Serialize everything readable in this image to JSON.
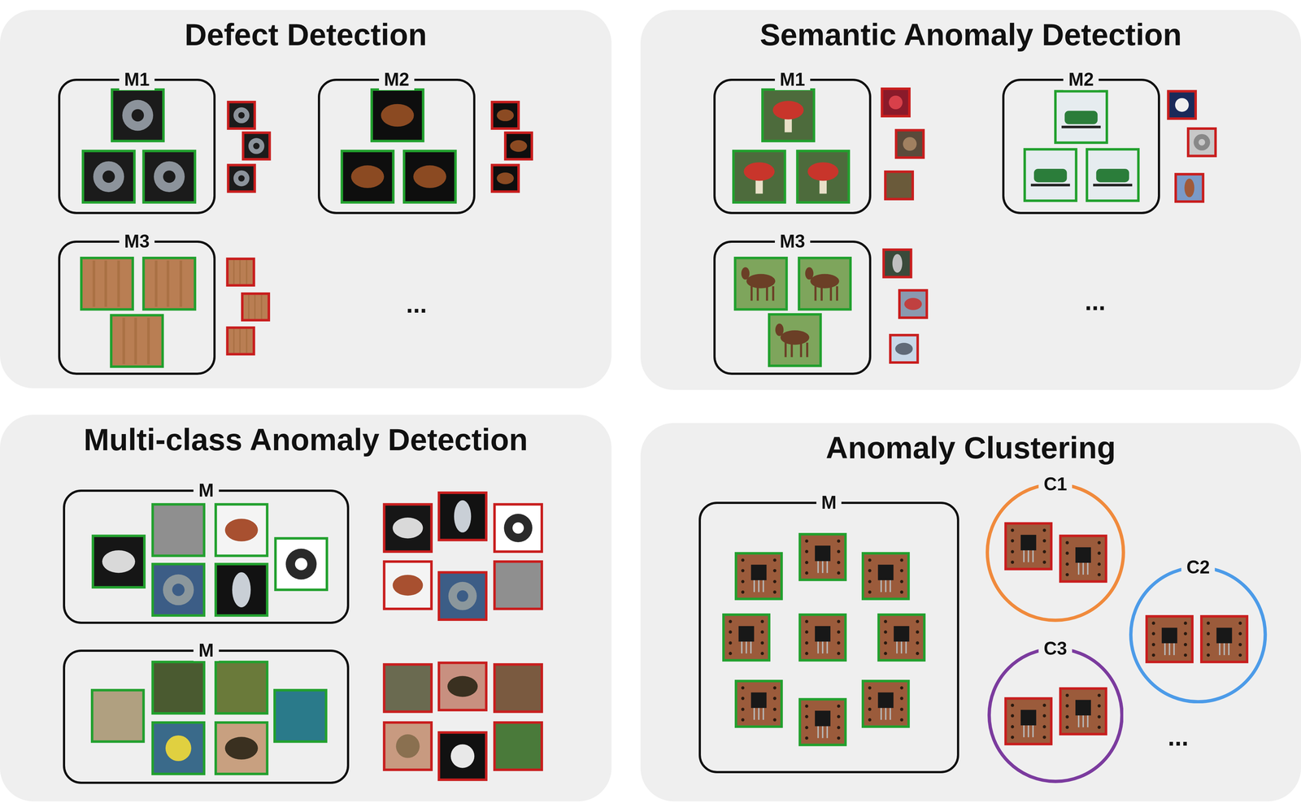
{
  "diagram": {
    "nodes": [
      {
        "text": [
          "Defect Detection"
        ]
      },
      {
        "text": [
          "M1"
        ],
        "in": 0
      },
      {
        "text": [
          "M2"
        ],
        "in": 0
      },
      {
        "text": [
          "M3"
        ],
        "in": 0
      },
      {
        "text": [
          "Semantic Anomaly Detection"
        ]
      },
      {
        "text": [
          "M1"
        ],
        "in": 4
      },
      {
        "text": [
          "M2"
        ],
        "in": 4
      },
      {
        "text": [
          "M3"
        ],
        "in": 4
      },
      {
        "text": [
          "Multi-class Anomaly Detection"
        ]
      },
      {
        "text": [
          "M"
        ],
        "in": 8
      },
      {
        "text": [
          "M"
        ],
        "in": 8
      },
      {
        "text": [
          "Anomaly Clustering"
        ]
      },
      {
        "text": [
          "M"
        ],
        "in": 11
      },
      {
        "text": [
          "C1"
        ],
        "in": 11
      },
      {
        "text": [
          "C2"
        ],
        "in": 11
      },
      {
        "text": [
          "C3"
        ],
        "in": 11
      }
    ],
    "labels": [
      "...",
      "...",
      "..."
    ]
  }
}
